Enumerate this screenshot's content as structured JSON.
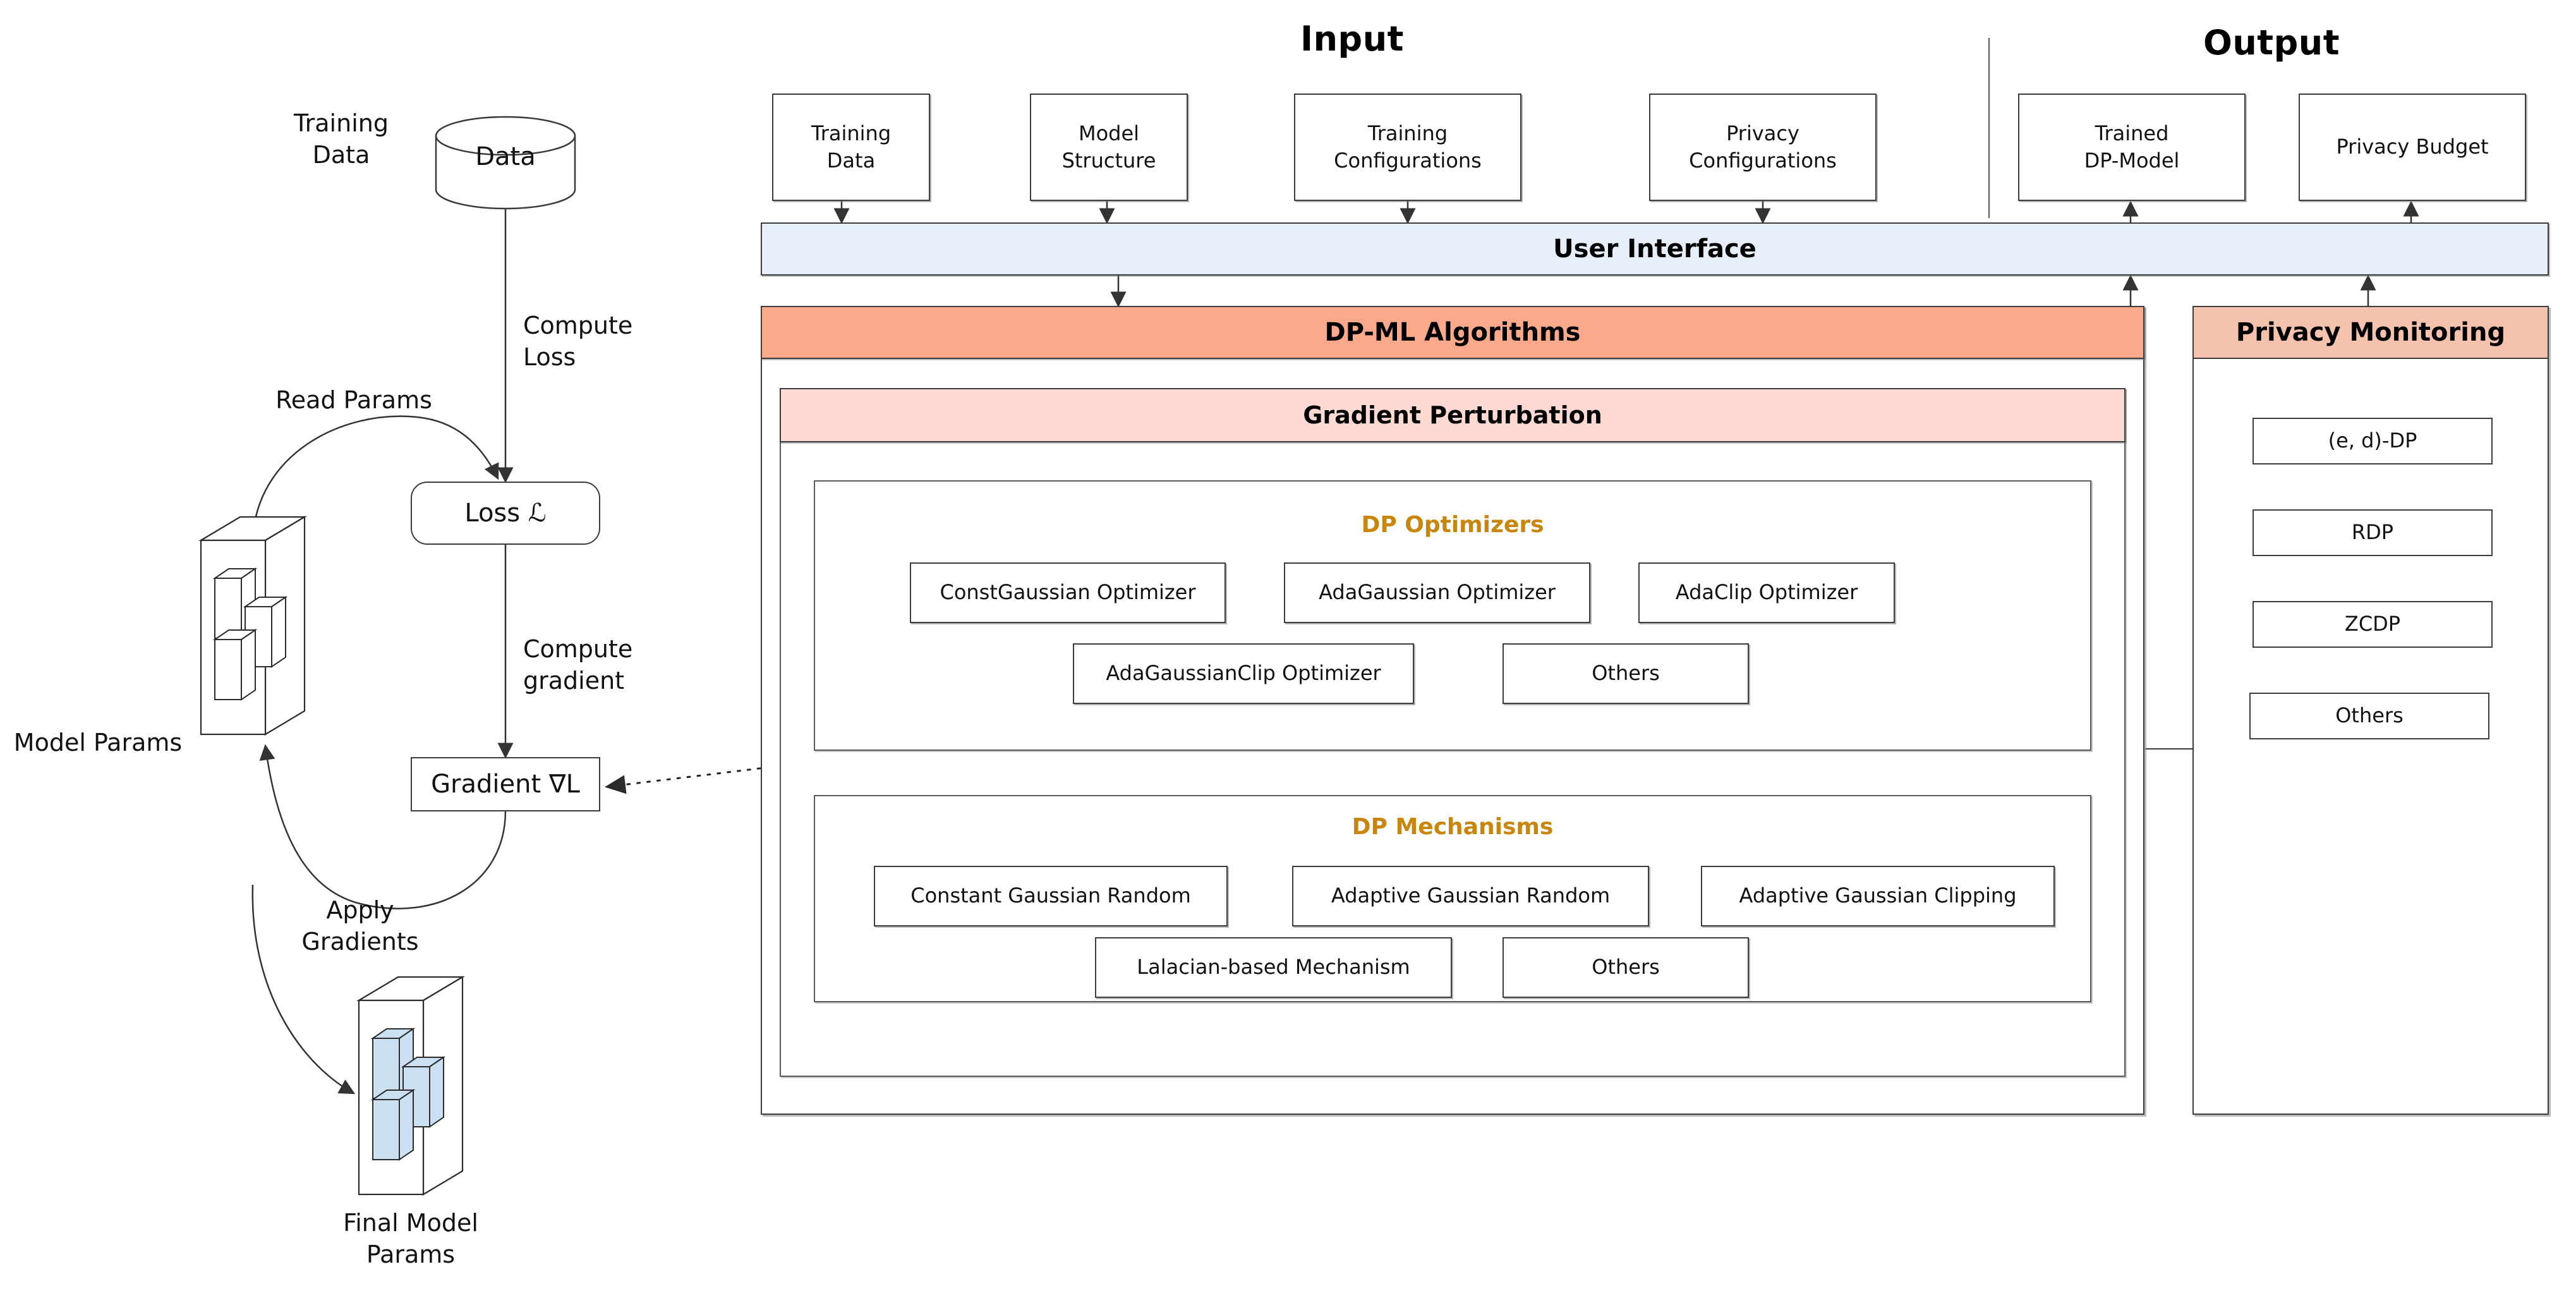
{
  "headings": {
    "input": "Input",
    "output": "Output"
  },
  "training_loop": {
    "training_data_label": "Training\nData",
    "datastore_label": "Data",
    "compute_loss_label": "Compute\nLoss",
    "read_params_label": "Read Params",
    "loss_node_label": "Loss ℒ",
    "compute_gradient_label": "Compute\ngradient",
    "gradient_node_label": "Gradient ∇L",
    "apply_gradients_label": "Apply\nGradients",
    "model_params_label": "Model Params",
    "final_model_params_label": "Final Model\nParams"
  },
  "input_boxes": [
    {
      "label": "Training\nData"
    },
    {
      "label": "Model\nStructure"
    },
    {
      "label": "Training\nConfigurations"
    },
    {
      "label": "Privacy\nConfigurations"
    }
  ],
  "output_boxes": [
    {
      "label": "Trained\nDP-Model"
    },
    {
      "label": "Privacy Budget"
    }
  ],
  "user_interface": {
    "label": "User Interface"
  },
  "dp_ml": {
    "header": "DP-ML Algorithms",
    "gradient_perturbation_header": "Gradient Perturbation",
    "optimizers": {
      "title": "DP Optimizers",
      "row1": [
        {
          "label": "ConstGaussian Optimizer"
        },
        {
          "label": "AdaGaussian Optimizer"
        },
        {
          "label": "AdaClip Optimizer"
        }
      ],
      "row2": [
        {
          "label": "AdaGaussianClip Optimizer"
        },
        {
          "label": "Others"
        }
      ]
    },
    "mechanisms": {
      "title": "DP Mechanisms",
      "row1": [
        {
          "label": "Constant Gaussian Random"
        },
        {
          "label": "Adaptive Gaussian Random"
        },
        {
          "label": "Adaptive Gaussian Clipping"
        }
      ],
      "row2": [
        {
          "label": "Lalacian-based Mechanism"
        },
        {
          "label": "Others"
        }
      ]
    }
  },
  "privacy_monitoring": {
    "header": "Privacy Monitoring",
    "items": [
      {
        "label": "(e, d)-DP"
      },
      {
        "label": "RDP"
      },
      {
        "label": "ZCDP"
      },
      {
        "label": "Others"
      }
    ]
  },
  "colors": {
    "orange_header": "#FAA98B",
    "light_orange_header": "#F5C2AE",
    "pink_band": "#FDDAD1",
    "ui_blue": "#E6EFF9",
    "param_block_blue": "#CBE0F3",
    "accent_gold": "#C8860D",
    "stroke": "#3c3c3c"
  }
}
